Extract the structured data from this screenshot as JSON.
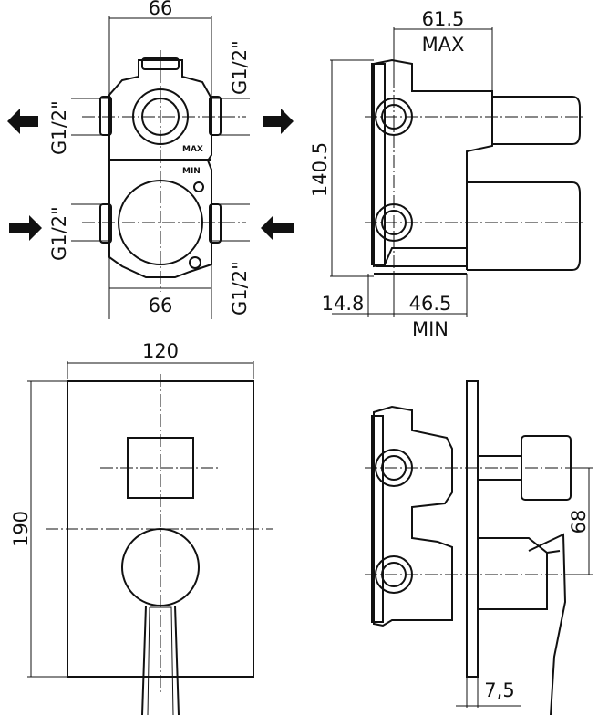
{
  "dimensions": {
    "top_width": "66",
    "bottom_width": "66",
    "right_depth_max": "61.5",
    "max_label": "MAX",
    "height": "140.5",
    "min_offset": "14.8",
    "min_depth": "46.5",
    "min_label": "MIN",
    "plate_width": "120",
    "plate_height": "190",
    "outlet_spacing": "68",
    "plate_thickness": "7,5"
  },
  "thread_labels": {
    "left_top": "G1/2\"",
    "left_bottom": "G1/2\"",
    "right_top": "G1/2\"",
    "right_bottom": "G1/2\""
  },
  "body_marks": {
    "max": "MAX",
    "min": "MIN"
  },
  "flow": {
    "top_left": "out",
    "top_right": "out",
    "bottom_left": "in",
    "bottom_right": "in"
  }
}
